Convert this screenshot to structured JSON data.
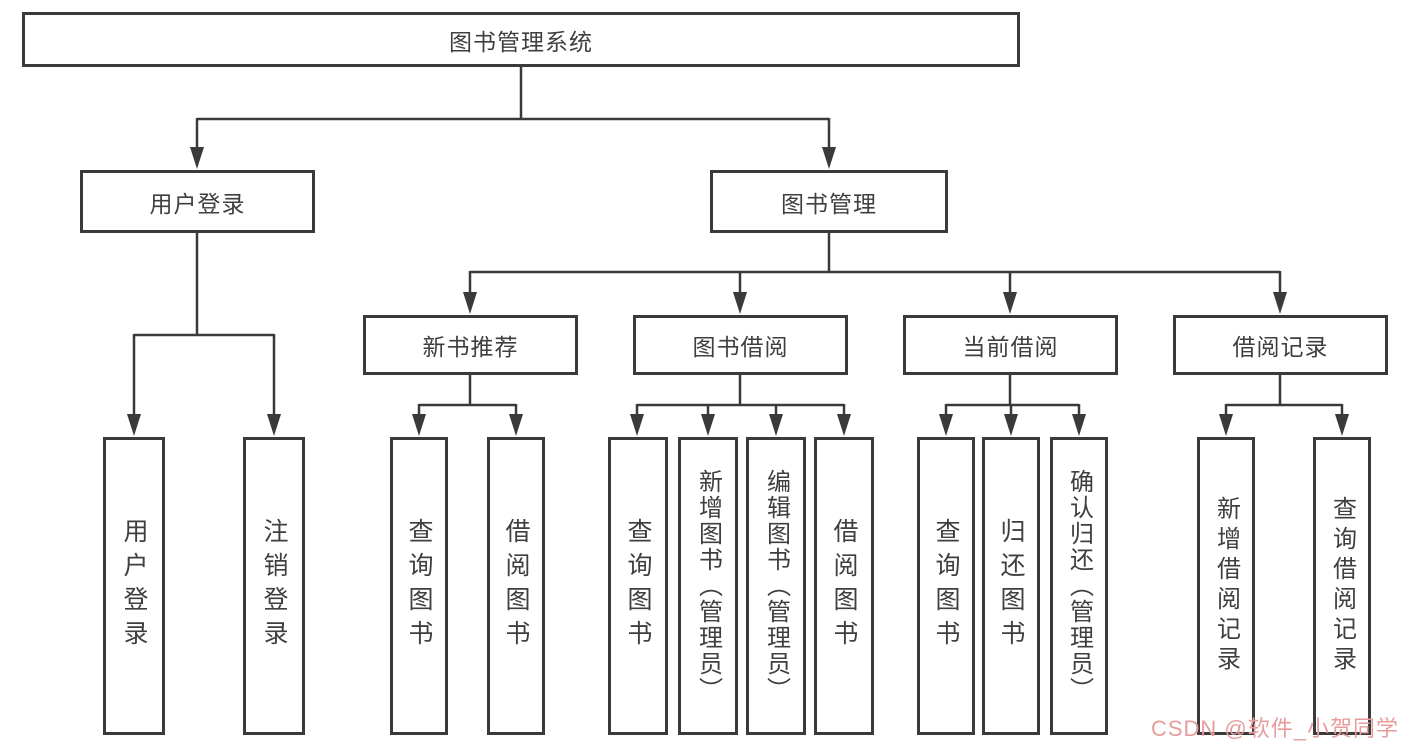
{
  "diagram": {
    "root": {
      "label": "图书管理系统"
    },
    "branches": [
      {
        "label": "用户登录",
        "children": [
          {
            "label": "用户登录"
          },
          {
            "label": "注销登录"
          }
        ]
      },
      {
        "label": "图书管理",
        "children": [
          {
            "label": "新书推荐",
            "children": [
              {
                "label": "查询图书"
              },
              {
                "label": "借阅图书"
              }
            ]
          },
          {
            "label": "图书借阅",
            "children": [
              {
                "label": "查询图书"
              },
              {
                "label": "新增图书（管理员）"
              },
              {
                "label": "编辑图书（管理员）"
              },
              {
                "label": "借阅图书"
              }
            ]
          },
          {
            "label": "当前借阅",
            "children": [
              {
                "label": "查询图书"
              },
              {
                "label": "归还图书"
              },
              {
                "label": "确认归还（管理员）"
              }
            ]
          },
          {
            "label": "借阅记录",
            "children": [
              {
                "label": "新增借阅记录"
              },
              {
                "label": "查询借阅记录"
              }
            ]
          }
        ]
      }
    ]
  },
  "watermark": {
    "text": "CSDN @软件_小贺同学"
  },
  "colors": {
    "line": "#3a3a3a",
    "border": "#3a3a3a",
    "text": "#3f3f3f",
    "background": "#ffffff",
    "watermark": "#e79c9c"
  }
}
